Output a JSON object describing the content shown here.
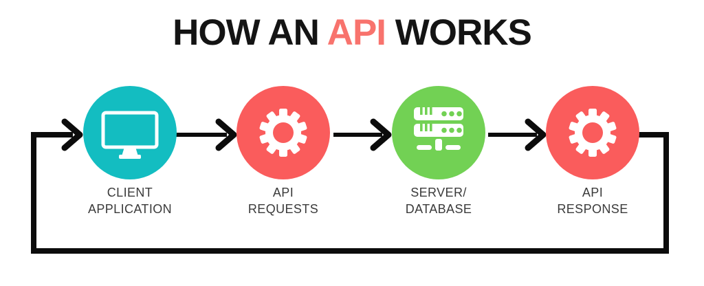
{
  "title": {
    "part1": "HOW AN ",
    "highlight": "API",
    "part2": " WORKS"
  },
  "colors": {
    "teal": "#13BDC1",
    "coral": "#FA5C5C",
    "green": "#72D154",
    "line": "#0c0c0c",
    "title_text": "#141414",
    "title_highlight": "#F8736D",
    "label_text": "#3a3a3a",
    "icon": "#ffffff"
  },
  "nodes": [
    {
      "id": "client-application",
      "icon": "monitor-icon",
      "color": "#13BDC1",
      "label_line1": "CLIENT",
      "label_line2": "APPLICATION"
    },
    {
      "id": "api-requests",
      "icon": "gear-icon",
      "color": "#FA5C5C",
      "label_line1": "API",
      "label_line2": "REQUESTS"
    },
    {
      "id": "server-database",
      "icon": "server-icon",
      "color": "#72D154",
      "label_line1": "SERVER/",
      "label_line2": "DATABASE"
    },
    {
      "id": "api-response",
      "icon": "gear-icon",
      "color": "#FA5C5C",
      "label_line1": "API",
      "label_line2": "RESPONSE"
    }
  ],
  "flow": {
    "direction": "left-to-right",
    "loop_back": "from api-response around bottom to client-application",
    "arrow_count": 4
  }
}
